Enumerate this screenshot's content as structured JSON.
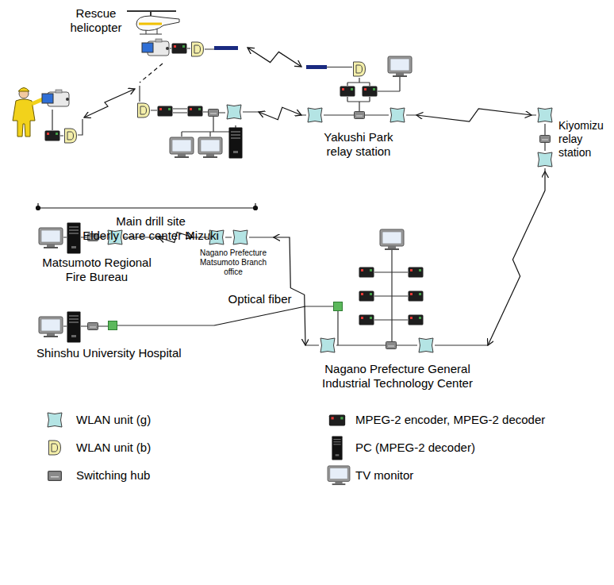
{
  "diagram": {
    "nodes": [
      {
        "text": [
          "Rescue helicopter"
        ]
      },
      {
        "text": [
          "Main drill site",
          "Elderly care center Mizuki"
        ]
      },
      {
        "text": [
          "Yakushi Park relay station"
        ]
      },
      {
        "text": [
          "Kiyomizu relay station"
        ]
      },
      {
        "text": [
          "Matsumoto Regional Fire Bureau"
        ]
      },
      {
        "text": [
          "Nagano Prefecture Matsumoto Branch office"
        ]
      },
      {
        "text": [
          "Shinshu University Hospital"
        ]
      },
      {
        "text": [
          "Nagano Prefecture General Industrial Technology Center"
        ]
      }
    ],
    "edges": [
      {
        "from": 0,
        "to": 2,
        "arrow": "both"
      },
      {
        "from": 1,
        "to": 2,
        "arrow": "both"
      },
      {
        "from": 2,
        "to": 3,
        "arrow": "both"
      },
      {
        "from": 3,
        "to": 7,
        "arrow": "both"
      },
      {
        "from": 4,
        "to": 5,
        "arrow": "both"
      },
      {
        "from": 5,
        "to": 7,
        "arrow": "both"
      },
      {
        "from": 6,
        "to": 7,
        "label": "Optical fiber",
        "arrow": "none"
      },
      {
        "from": 0,
        "to": 1,
        "arrow": "none"
      }
    ],
    "legend": [
      {
        "text": "WLAN unit (g)"
      },
      {
        "text": "WLAN unit (b)"
      },
      {
        "text": "Switching hub"
      },
      {
        "text": "MPEG-2 encoder, MPEG-2 decoder"
      },
      {
        "text": "PC (MPEG-2 decoder)"
      },
      {
        "text": "TV monitor"
      }
    ]
  }
}
